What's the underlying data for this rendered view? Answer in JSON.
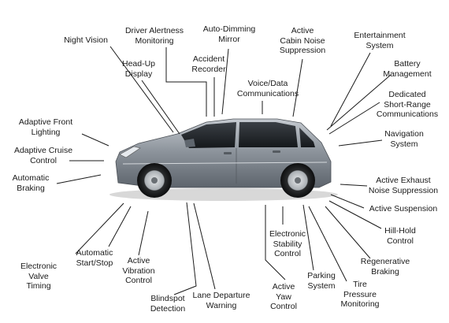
{
  "labels": {
    "night_vision": "Night Vision",
    "driver_alertness": "Driver Alertness\nMonitoring",
    "head_up_display": "Head-Up\nDisplay",
    "accident_recorder": "Accident\nRecorder",
    "auto_dimming_mirror": "Auto-Dimming\nMirror",
    "voice_data": "Voice/Data\nCommunications",
    "active_cabin_noise": "Active\nCabin Noise\nSuppression",
    "entertainment": "Entertainment\nSystem",
    "battery": "Battery\nManagement",
    "dsrc": "Dedicated\nShort-Range\nCommunications",
    "navigation": "Navigation\nSystem",
    "adaptive_front_lighting": "Adaptive Front\nLighting",
    "adaptive_cruise": "Adaptive Cruise\nControl",
    "automatic_braking": "Automatic\nBraking",
    "active_exhaust": "Active Exhaust\nNoise Suppression",
    "active_suspension": "Active Suspension",
    "hill_hold": "Hill-Hold\nControl",
    "regenerative_braking": "Regenerative\nBraking",
    "tire_pressure": "Tire\nPressure\nMonitoring",
    "parking_system": "Parking\nSystem",
    "active_yaw": "Active\nYaw\nControl",
    "electronic_stability": "Electronic\nStability\nControl",
    "lane_departure": "Lane Departure\nWarning",
    "blindspot": "Blindspot\nDetection",
    "active_vibration": "Active\nVibration\nControl",
    "automatic_start_stop": "Automatic\nStart/Stop",
    "electronic_valve": "Electronic\nValve\nTiming"
  },
  "colors": {
    "background": "#ffffff",
    "car_body": "#8d949c",
    "leader_line": "#1a1a1a"
  }
}
